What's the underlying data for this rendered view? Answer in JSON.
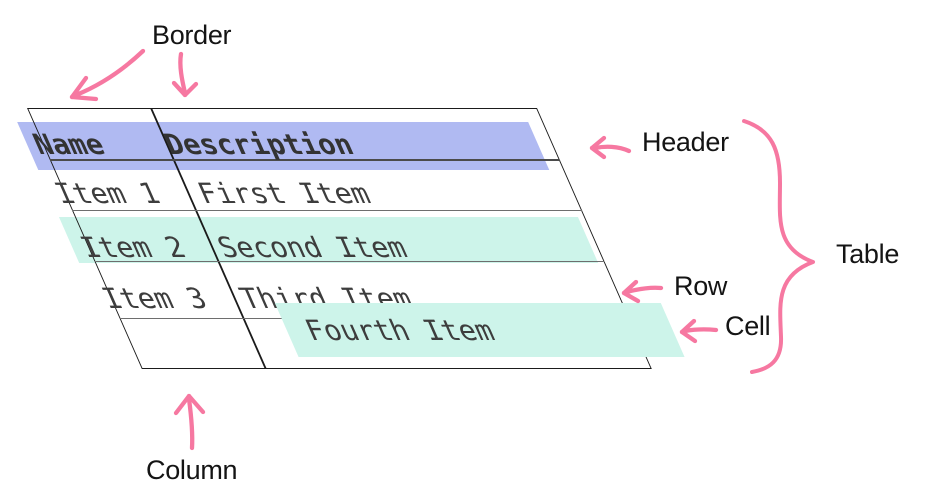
{
  "annotations": {
    "border_label": "Border",
    "header_label": "Header",
    "table_label": "Table",
    "row_label": "Row",
    "cell_label": "Cell",
    "column_label": "Column"
  },
  "table": {
    "columns": [
      "Name",
      "Description"
    ],
    "rows": [
      {
        "name": "Item 1",
        "description": "First Item",
        "highlighted": false
      },
      {
        "name": "Item 2",
        "description": "Second Item",
        "highlighted": true
      },
      {
        "name": "Item 3",
        "description": "Third Item",
        "highlighted": false
      },
      {
        "name": "",
        "description": "Fourth Item",
        "highlighted": "cell-only"
      }
    ]
  },
  "colors": {
    "background": "#ffffff",
    "header_highlight": "#b0baf2",
    "row_highlight": "#cdf4ea",
    "annotation_pink": "#f678a1",
    "table_border": "#1b1b1b",
    "grid_line": "#6e6e6e",
    "header_underline": "#4b4b4b",
    "table_text": "#3d3d3d",
    "label_text": "#141414"
  }
}
